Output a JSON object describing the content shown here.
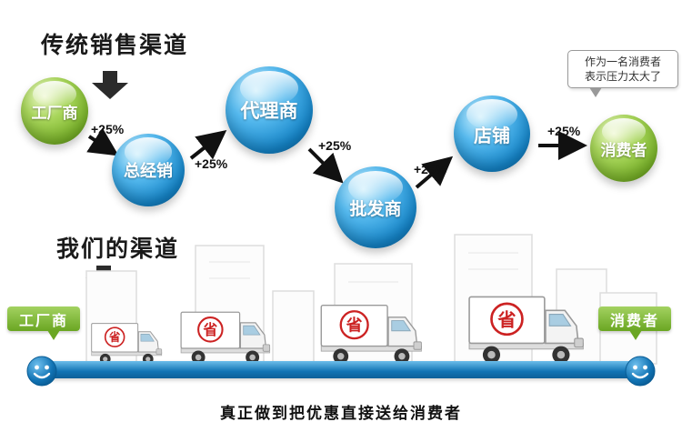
{
  "top": {
    "title": "传统销售渠道",
    "percent": "+25%",
    "nodes": [
      {
        "label": "工厂商"
      },
      {
        "label": "总经销"
      },
      {
        "label": "代理商"
      },
      {
        "label": "批发商"
      },
      {
        "label": "店铺"
      },
      {
        "label": "消费者"
      }
    ],
    "bubble": {
      "line1": "作为一名消费者",
      "line2": "表示压力太大了"
    }
  },
  "bottom": {
    "title": "我们的渠道",
    "factory_label": "工厂商",
    "consumer_label": "消费者",
    "truck_seal": "省",
    "caption": "真正做到把优惠直接送给消费者"
  },
  "colors": {
    "ball_blue": "#1584c7",
    "ball_green": "#7ab32a",
    "bar_blue": "#1173b4",
    "seal_red": "#cc2222"
  }
}
